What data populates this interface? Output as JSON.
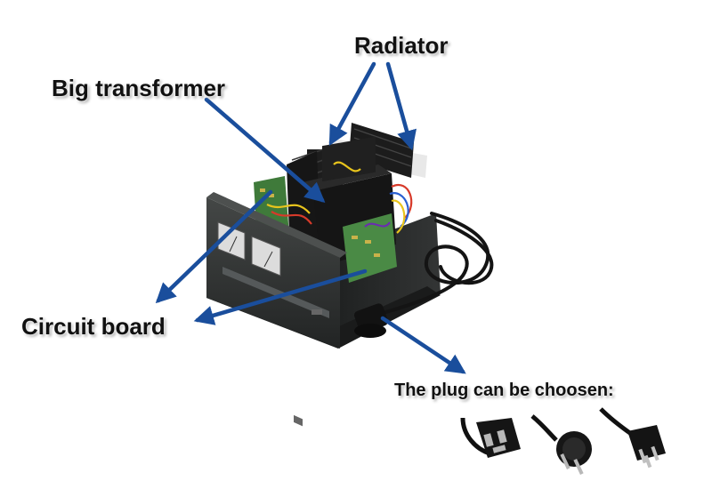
{
  "labels": {
    "radiator": "Radiator",
    "big_transformer": "Big transformer",
    "circuit_board": "Circuit board",
    "plug_caption": "The plug can be choosen:"
  },
  "colors": {
    "arrow": "#1a4e9c",
    "case": "#2c2f2f",
    "panel": "#3a3d3c",
    "heatsink": "#1c1c1c",
    "pcb": "#3f7a3a",
    "cable": "#141414",
    "background": "#ffffff"
  },
  "plugs": [
    {
      "name": "uk-plug-icon"
    },
    {
      "name": "eu-schuko-plug-icon"
    },
    {
      "name": "us-plug-icon"
    }
  ]
}
